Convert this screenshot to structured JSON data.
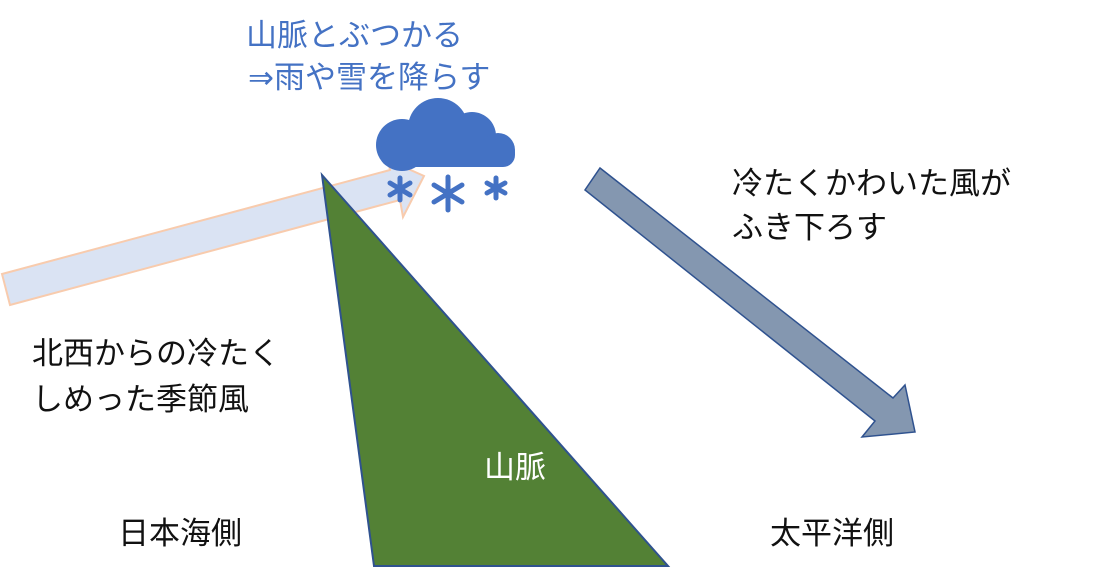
{
  "cloud_caption": {
    "line1": "山脈とぶつかる",
    "line2": "⇒雨や雪を降らす"
  },
  "left_caption": {
    "line1": "北西からの冷たく",
    "line2": "しめった季節風"
  },
  "right_caption": {
    "line1": "冷たくかわいた風が",
    "line2": "ふき下ろす"
  },
  "mountain_label": "山脈",
  "left_side_label": "日本海側",
  "right_side_label": "太平洋側",
  "colors": {
    "mountain": "#538135",
    "cloud": "#4472c4",
    "moist_wind": "#dae3f3",
    "moist_wind_border": "#f8cbad",
    "dry_wind": "#8497b0",
    "dry_wind_border": "#2f528f"
  }
}
